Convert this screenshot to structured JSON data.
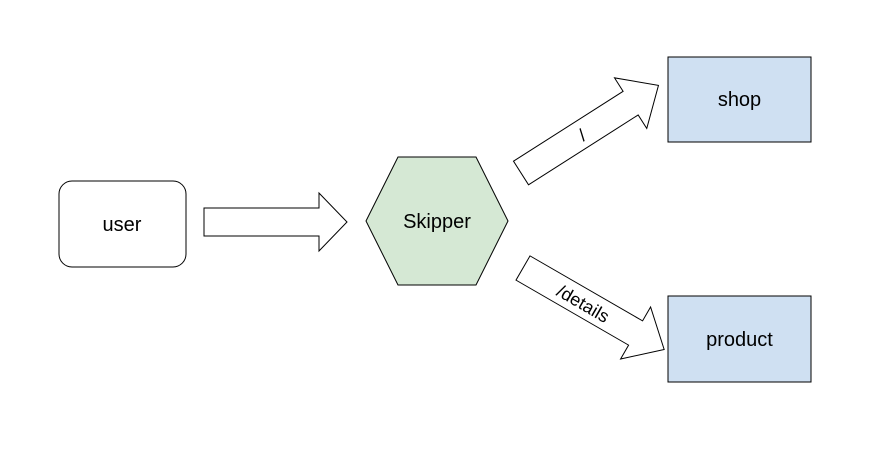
{
  "nodes": {
    "user": {
      "label": "user",
      "fill": "#ffffff",
      "stroke": "#000000"
    },
    "skipper": {
      "label": "Skipper",
      "fill": "#d5e8d4",
      "stroke": "#000000"
    },
    "shop": {
      "label": "shop",
      "fill": "#cfe0f2",
      "stroke": "#000000"
    },
    "product": {
      "label": "product",
      "fill": "#cfe0f2",
      "stroke": "#000000"
    }
  },
  "edges": {
    "user_to_skipper": {
      "label": ""
    },
    "skipper_to_shop": {
      "label": "/"
    },
    "skipper_to_product": {
      "label": "/details"
    }
  }
}
